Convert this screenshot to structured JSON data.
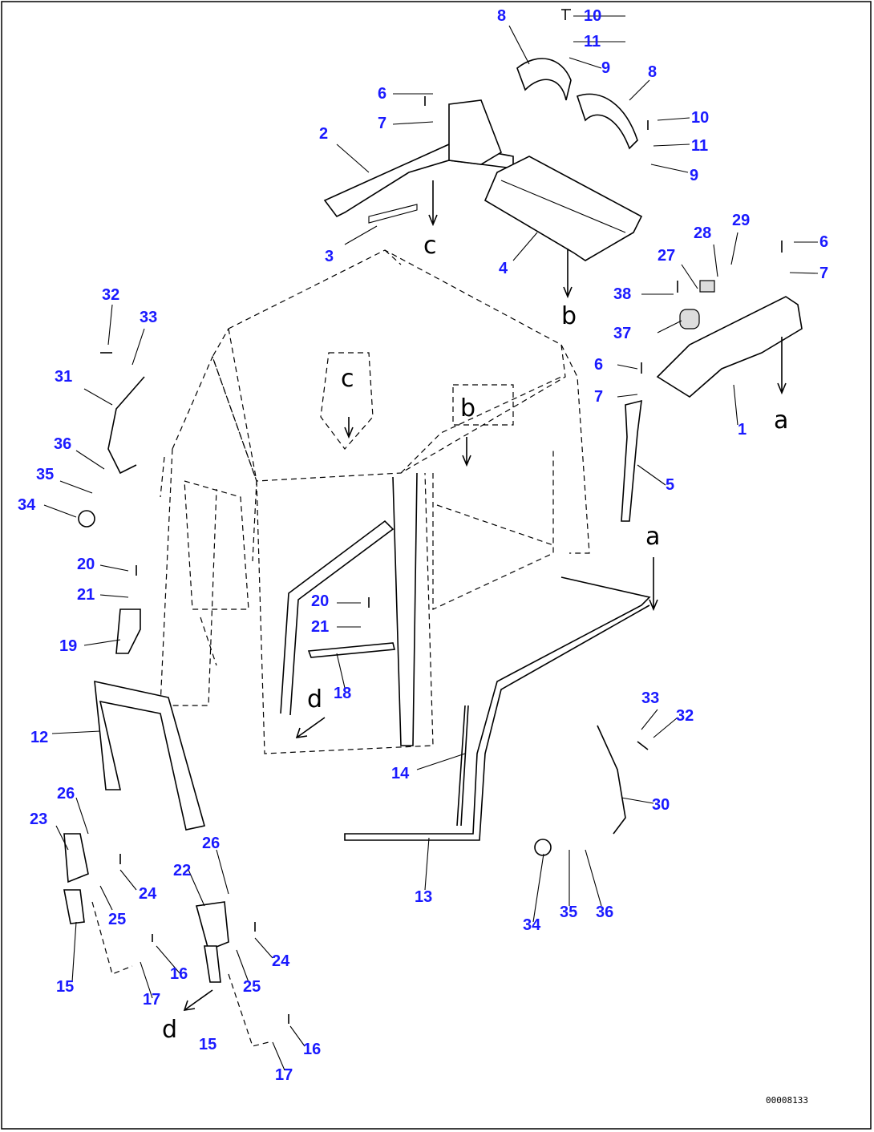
{
  "callouts": [
    "10",
    "11",
    "9",
    "8",
    "8",
    "10",
    "11",
    "9",
    "6",
    "7",
    "2",
    "3",
    "4",
    "29",
    "28",
    "6",
    "7",
    "27",
    "38",
    "37",
    "6",
    "7",
    "1",
    "5",
    "32",
    "33",
    "31",
    "36",
    "35",
    "34",
    "20",
    "21",
    "19",
    "20",
    "21",
    "18",
    "12",
    "14",
    "33",
    "32",
    "30",
    "26",
    "23",
    "24",
    "25",
    "22",
    "26",
    "24",
    "25",
    "16",
    "17",
    "15",
    "15",
    "16",
    "17",
    "13",
    "34",
    "35",
    "36"
  ],
  "reference_letters": [
    "c",
    "b",
    "a",
    "c",
    "b",
    "a",
    "d",
    "d"
  ],
  "drawing_number": "00008133"
}
